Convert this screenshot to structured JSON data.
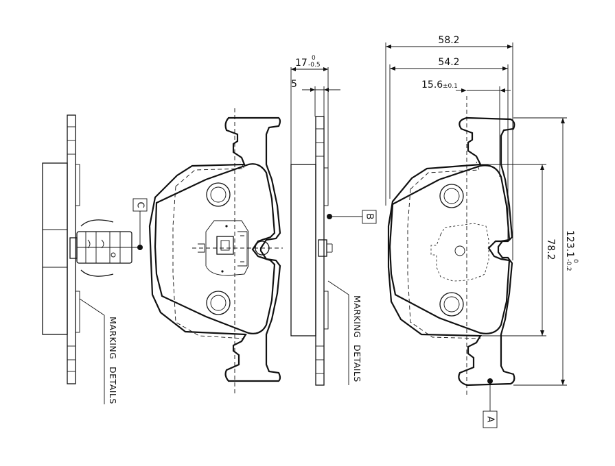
{
  "dimensions": {
    "width_total": "58.2",
    "width_inner": "54.2",
    "offset": "15.6",
    "offset_tol": "±0.1",
    "thickness": "17",
    "thickness_tol_upper": "0",
    "thickness_tol_lower": "-0.5",
    "backplate": "5",
    "height": "78.2",
    "length": "123.1",
    "length_tol_upper": "0",
    "length_tol_lower": "-0.2"
  },
  "callouts": {
    "a": "A",
    "b": "B",
    "c": "C"
  },
  "notes": {
    "marking_line1": "MARKING",
    "marking_line2": "DETAILS"
  }
}
